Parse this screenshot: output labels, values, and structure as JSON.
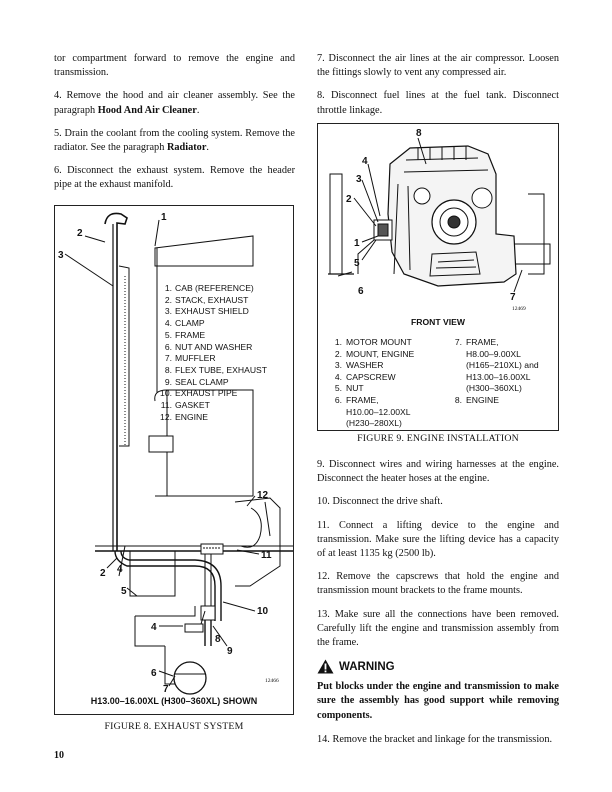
{
  "left_steps": [
    "tor compartment forward to remove the engine and transmission.",
    "4. Remove the hood and air cleaner assembly. See the paragraph ",
    "5. Drain the coolant from the cooling system. Remove the radiator. See the paragraph ",
    "6. Disconnect the exhaust system. Remove the header pipe at the exhaust manifold."
  ],
  "left_step_bold": {
    "step4": "Hood And Air Cleaner",
    "step5": "Radiator"
  },
  "right_steps_top": [
    "7. Disconnect the air lines at the air compressor. Loosen the fittings slowly to vent any compressed air.",
    "8. Disconnect fuel lines at the fuel tank. Disconnect throttle linkage."
  ],
  "figure8": {
    "legend": [
      {
        "num": "1.",
        "text": "CAB (REFERENCE)"
      },
      {
        "num": "2.",
        "text": "STACK, EXHAUST"
      },
      {
        "num": "3.",
        "text": "EXHAUST SHIELD"
      },
      {
        "num": "4.",
        "text": "CLAMP"
      },
      {
        "num": "5.",
        "text": "FRAME"
      },
      {
        "num": "6.",
        "text": "NUT AND WASHER"
      },
      {
        "num": "7.",
        "text": "MUFFLER"
      },
      {
        "num": "8.",
        "text": "FLEX TUBE, EXHAUST"
      },
      {
        "num": "9.",
        "text": "SEAL CLAMP"
      },
      {
        "num": "10.",
        "text": "EXHAUST PIPE"
      },
      {
        "num": "11.",
        "text": "GASKET"
      },
      {
        "num": "12.",
        "text": "ENGINE"
      }
    ],
    "callouts": [
      "1",
      "2",
      "3",
      "12",
      "11",
      "2",
      "4",
      "5",
      "10",
      "4",
      "8",
      "9",
      "6",
      "7"
    ],
    "figure_number": "12466",
    "subtitle": "H13.00–16.00XL (H300–360XL) SHOWN",
    "caption": "FIGURE 8. EXHAUST SYSTEM"
  },
  "figure9": {
    "callouts": [
      "8",
      "4",
      "3",
      "2",
      "1",
      "5",
      "6",
      "7"
    ],
    "figure_number": "12469",
    "view_label": "FRONT VIEW",
    "legend_left": [
      {
        "num": "1.",
        "text": "MOTOR MOUNT"
      },
      {
        "num": "2.",
        "text": "MOUNT, ENGINE"
      },
      {
        "num": "3.",
        "text": "WASHER"
      },
      {
        "num": "4.",
        "text": "CAPSCREW"
      },
      {
        "num": "5.",
        "text": "NUT"
      },
      {
        "num": "6.",
        "text": "FRAME,\nH10.00–12.00XL\n(H230–280XL)"
      }
    ],
    "legend_right": [
      {
        "num": "7.",
        "text": "FRAME,\nH8.00–9.00XL\n(H165–210XL) and\nH13.00–16.00XL\n(H300–360XL)"
      },
      {
        "num": "8.",
        "text": "ENGINE"
      }
    ],
    "caption": "FIGURE 9. ENGINE INSTALLATION"
  },
  "right_steps_bottom": [
    "9. Disconnect wires and wiring harnesses at the engine. Disconnect the heater hoses at the engine.",
    "10. Disconnect the drive shaft.",
    "11. Connect a lifting device to the engine and transmission. Make sure the lifting device has a capacity of at least 1135 kg (2500 lb).",
    "12. Remove the capscrews that hold the engine and transmission mount brackets to the frame mounts.",
    "13. Make sure all the connections have been removed. Carefully lift the engine and transmission assembly from the frame."
  ],
  "warning": {
    "icon": "warning-triangle-icon",
    "title": "WARNING",
    "text": "Put blocks under the engine and transmission to make sure the assembly has good support while removing components."
  },
  "step14": "14. Remove the bracket and linkage for the transmission.",
  "page_number": "10"
}
